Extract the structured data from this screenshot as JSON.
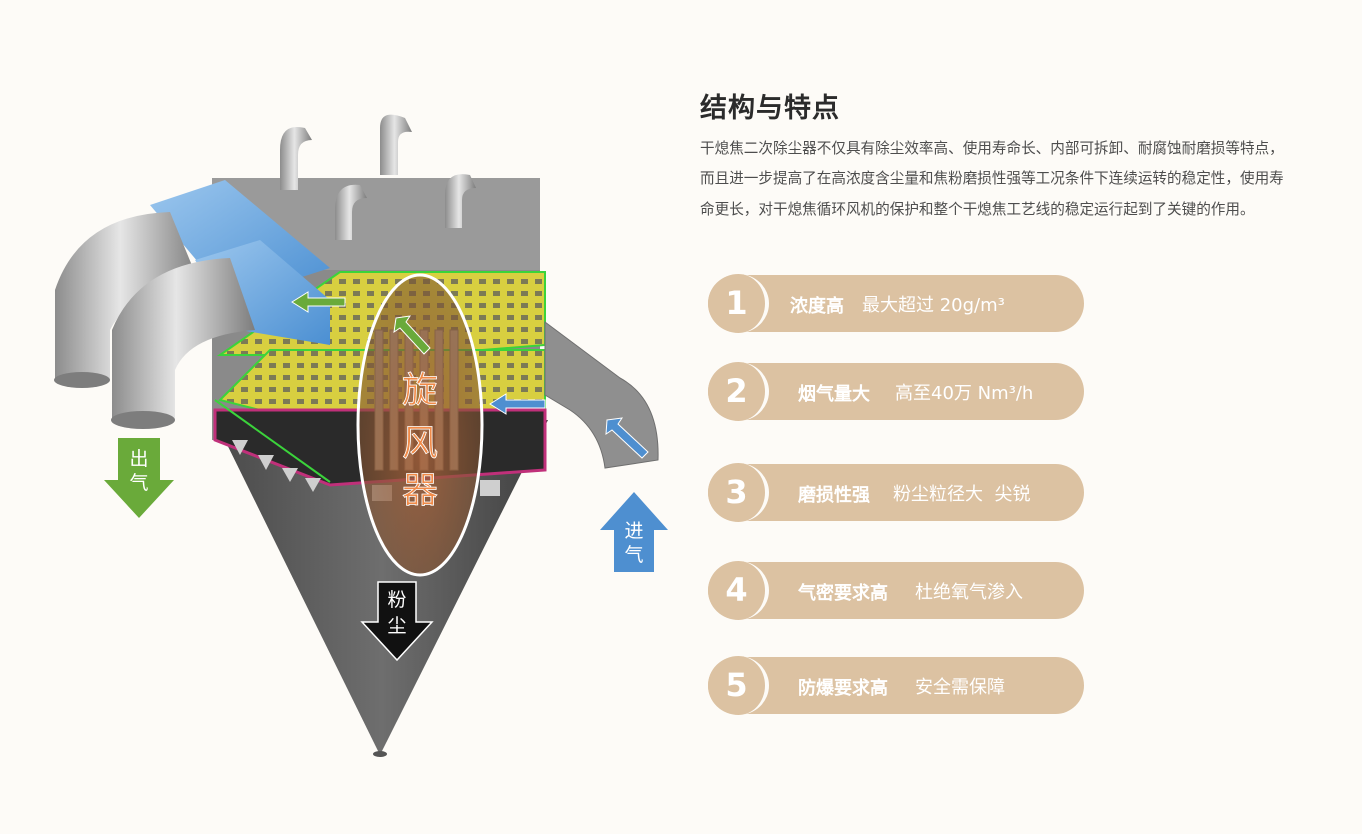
{
  "title": "结构与特点",
  "description": "干熄焦二次除尘器不仅具有除尘效率高、使用寿命长、内部可拆卸、耐腐蚀耐磨损等特点，而且进一步提高了在高浓度含尘量和焦粉磨损性强等工况条件下连续运转的稳定性，使用寿命更长，对干熄焦循环风机的保护和整个干熄焦工艺线的稳定运行起到了关键的作用。",
  "diagram": {
    "center_label": [
      "旋",
      "风",
      "器"
    ],
    "outlet_label": [
      "出",
      "气"
    ],
    "inlet_label": [
      "进",
      "气"
    ],
    "dust_label": [
      "粉",
      "尘"
    ]
  },
  "features": [
    {
      "num": "1",
      "key": "浓度高",
      "value": "最大超过 20g/m³"
    },
    {
      "num": "2",
      "key": "烟气量大",
      "value": "高至40万 Nm³/h"
    },
    {
      "num": "3",
      "key": "磨损性强",
      "value": "粉尘粒径大  尖锐"
    },
    {
      "num": "4",
      "key": "气密要求高",
      "value": "杜绝氧气渗入"
    },
    {
      "num": "5",
      "key": "防爆要求高",
      "value": "安全需保障"
    }
  ],
  "colors": {
    "pill": "#dcc2a2",
    "outlet_arrow": "#6aaa3a",
    "inlet_arrow": "#4e8fd0",
    "dust_arrow": "#111111",
    "center_label": "#e97a3a"
  }
}
